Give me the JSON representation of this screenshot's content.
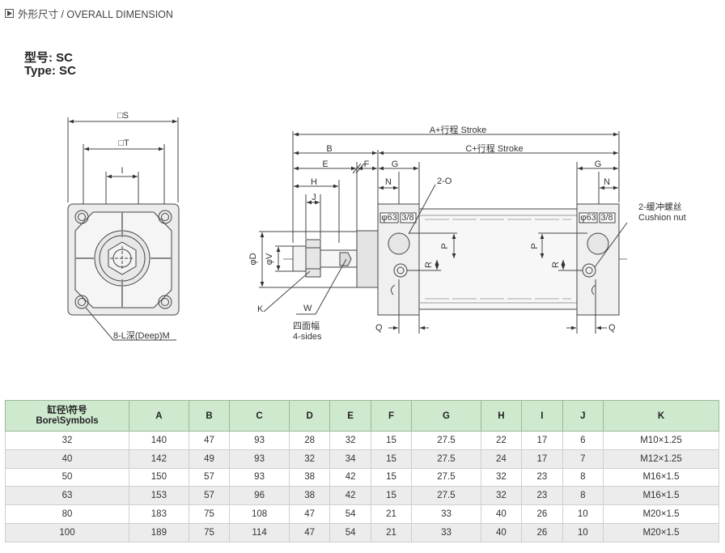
{
  "header": {
    "title": "外形尺寸 / OVERALL DIMENSION",
    "icon": "play-icon"
  },
  "type_label": {
    "cn": "型号: SC",
    "en": "Type: SC"
  },
  "drawing": {
    "end_view": {
      "dim_S": "□S",
      "dim_T": "□T",
      "dim_I": "I",
      "thread_note": "8-L深(Deep)M"
    },
    "side_view": {
      "dim_A": "A+行程 Stroke",
      "dim_B": "B",
      "dim_C": "C+行程 Stroke",
      "dim_E": "E",
      "dim_F": "F",
      "dim_G_left": "G",
      "dim_G_right": "G",
      "dim_H": "H",
      "dim_J": "J",
      "dim_N_left": "N",
      "dim_N_right": "N",
      "port_label": "2-O",
      "cushion_cn": "2-缓冲螺丝",
      "cushion_en": "Cushion nut",
      "dim_D": "φD",
      "dim_V": "φV",
      "dim_P_left": "P",
      "dim_R_left": "R",
      "dim_P_right": "P",
      "dim_R_right": "R",
      "dim_K": "K",
      "dim_W": "W",
      "wrench_cn": "四面幅",
      "wrench_en": "4-sides",
      "dim_Q_left": "Q",
      "dim_Q_right": "Q",
      "bore_tag": "φ63",
      "port_tag": "3/8"
    }
  },
  "table": {
    "headers": [
      "缸径\\符号\nBore\\Symbols",
      "A",
      "B",
      "C",
      "D",
      "E",
      "F",
      "G",
      "H",
      "I",
      "J",
      "K"
    ],
    "rows": [
      [
        "32",
        "140",
        "47",
        "93",
        "28",
        "32",
        "15",
        "27.5",
        "22",
        "17",
        "6",
        "M10×1.25"
      ],
      [
        "40",
        "142",
        "49",
        "93",
        "32",
        "34",
        "15",
        "27.5",
        "24",
        "17",
        "7",
        "M12×1.25"
      ],
      [
        "50",
        "150",
        "57",
        "93",
        "38",
        "42",
        "15",
        "27.5",
        "32",
        "23",
        "8",
        "M16×1.5"
      ],
      [
        "63",
        "153",
        "57",
        "96",
        "38",
        "42",
        "15",
        "27.5",
        "32",
        "23",
        "8",
        "M16×1.5"
      ],
      [
        "80",
        "183",
        "75",
        "108",
        "47",
        "54",
        "21",
        "33",
        "40",
        "26",
        "10",
        "M20×1.5"
      ],
      [
        "100",
        "189",
        "75",
        "114",
        "47",
        "54",
        "21",
        "33",
        "40",
        "26",
        "10",
        "M20×1.5"
      ]
    ]
  }
}
